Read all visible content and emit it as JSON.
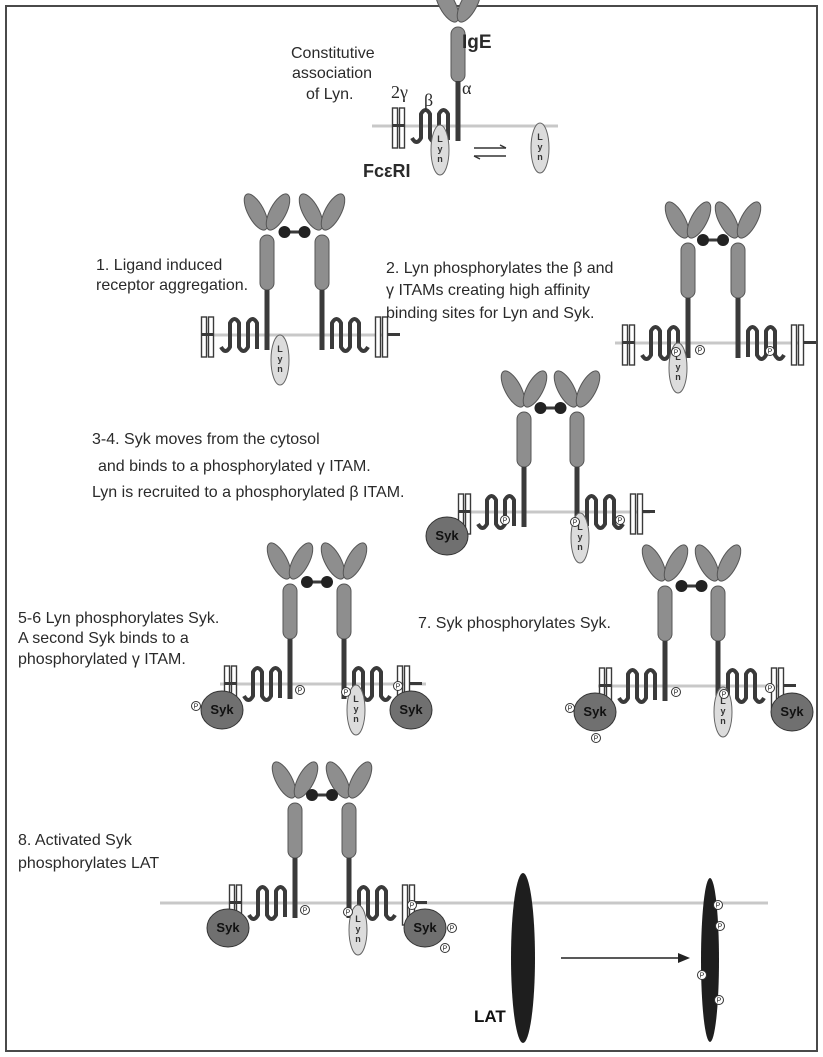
{
  "labels": {
    "constitutive": [
      "Constitutive",
      "association",
      "of Lyn."
    ],
    "ige": "IgE",
    "fceri": "FcεRI",
    "alpha": "α",
    "beta": "β",
    "two_gamma": "2γ",
    "step1": [
      "1. Ligand induced",
      "receptor aggregation."
    ],
    "step2": [
      "2. Lyn phosphorylates the β and",
      "γ ITAMs creating high affinity",
      "binding sites for Lyn and Syk."
    ],
    "step34": [
      "3-4. Syk moves from the cytosol",
      "and binds to a phosphorylated γ ITAM.",
      "Lyn is recruited to a phosphorylated β ITAM."
    ],
    "step56": [
      "5-6 Lyn phosphorylates Syk.",
      "A second Syk binds to a",
      "phosphorylated γ ITAM."
    ],
    "step7": "7. Syk phosphorylates Syk.",
    "step8": [
      "8. Activated Syk",
      "phosphorylates  LAT"
    ],
    "lat": "LAT",
    "syk": "Syk",
    "lyn": [
      "L",
      "y",
      "n"
    ],
    "p": "P"
  },
  "colors": {
    "membrane": "#c8c8c8",
    "receptor_dark": "#3a3a3a",
    "receptor_mid": "#8e8e8e",
    "lyn_fill": "#dcdcdc",
    "syk_fill": "#707070",
    "lat_fill": "#1e1e1e",
    "frame": "#4a4a4a"
  }
}
